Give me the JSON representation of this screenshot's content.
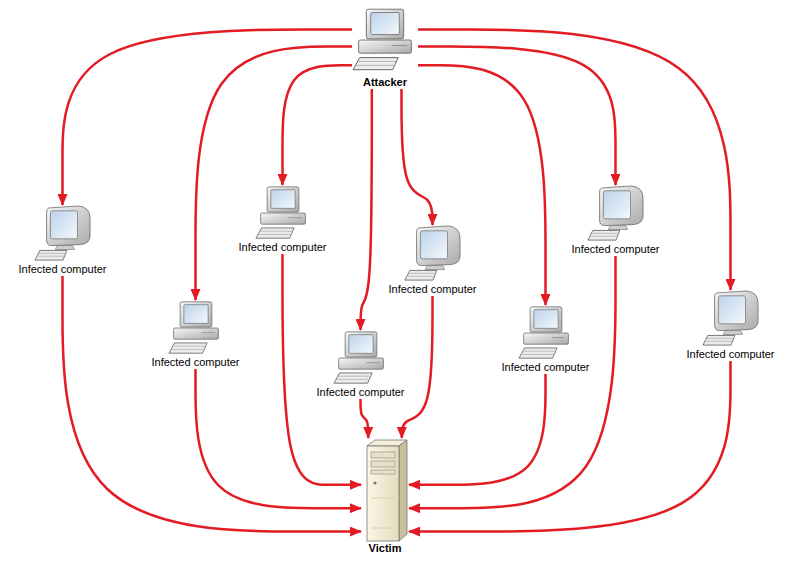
{
  "diagram": {
    "nodes": [
      {
        "text": [
          "Attacker"
        ]
      },
      {
        "text": [
          "Infected computer"
        ]
      },
      {
        "text": [
          "Infected computer"
        ]
      },
      {
        "text": [
          "Infected computer"
        ]
      },
      {
        "text": [
          "Infected computer"
        ]
      },
      {
        "text": [
          "Infected computer"
        ]
      },
      {
        "text": [
          "Infected computer"
        ]
      },
      {
        "text": [
          "Infected computer"
        ]
      },
      {
        "text": [
          "Infected computer"
        ]
      },
      {
        "text": [
          "Victim"
        ]
      }
    ],
    "edges": [
      {
        "from": 0,
        "to": 1,
        "arrow": "to"
      },
      {
        "from": 0,
        "to": 2,
        "arrow": "to"
      },
      {
        "from": 0,
        "to": 3,
        "arrow": "to"
      },
      {
        "from": 0,
        "to": 4,
        "arrow": "to"
      },
      {
        "from": 0,
        "to": 5,
        "arrow": "to"
      },
      {
        "from": 0,
        "to": 6,
        "arrow": "to"
      },
      {
        "from": 0,
        "to": 7,
        "arrow": "to"
      },
      {
        "from": 0,
        "to": 8,
        "arrow": "to"
      },
      {
        "from": 1,
        "to": 9,
        "arrow": "to"
      },
      {
        "from": 2,
        "to": 9,
        "arrow": "to"
      },
      {
        "from": 3,
        "to": 9,
        "arrow": "to"
      },
      {
        "from": 4,
        "to": 9,
        "arrow": "to"
      },
      {
        "from": 5,
        "to": 9,
        "arrow": "to"
      },
      {
        "from": 6,
        "to": 9,
        "arrow": "to"
      },
      {
        "from": 7,
        "to": 9,
        "arrow": "to"
      },
      {
        "from": 8,
        "to": 9,
        "arrow": "to"
      }
    ]
  }
}
